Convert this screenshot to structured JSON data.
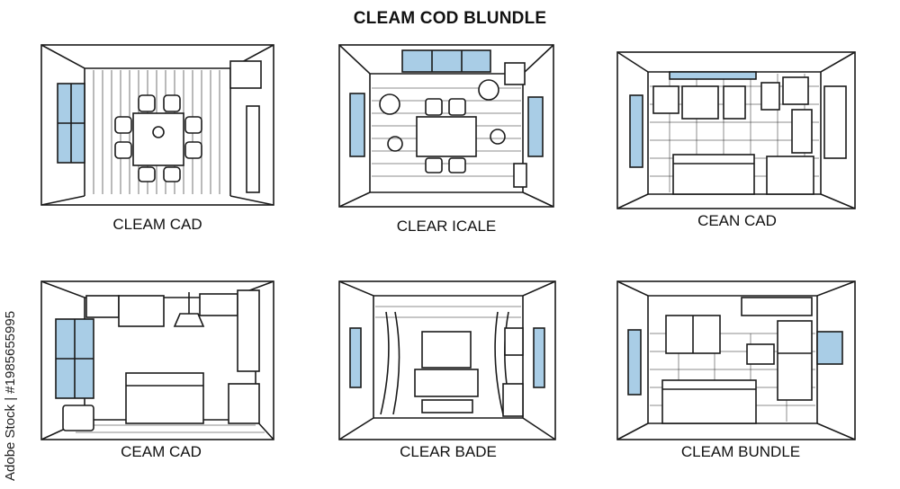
{
  "title": "CLEAM COD  BLUNDLE",
  "panels": [
    {
      "caption": "CLEAM CAD",
      "scene": "dining-room-icon"
    },
    {
      "caption": "CLEAR ICALE",
      "scene": "living-room-icon"
    },
    {
      "caption": "CEAN CAD",
      "scene": "kitchen-icon"
    },
    {
      "caption": "CEAM CAD",
      "scene": "kitchen-icon"
    },
    {
      "caption": "CLEAR BADE",
      "scene": "bedroom-icon"
    },
    {
      "caption": "CLEAM BUNDLE",
      "scene": "kitchen-icon"
    }
  ],
  "watermark": "Adobe Stock | #1985655995",
  "colors": {
    "line": "#1a1a1a",
    "glass": "#a9cde6",
    "paper": "#ffffff"
  }
}
